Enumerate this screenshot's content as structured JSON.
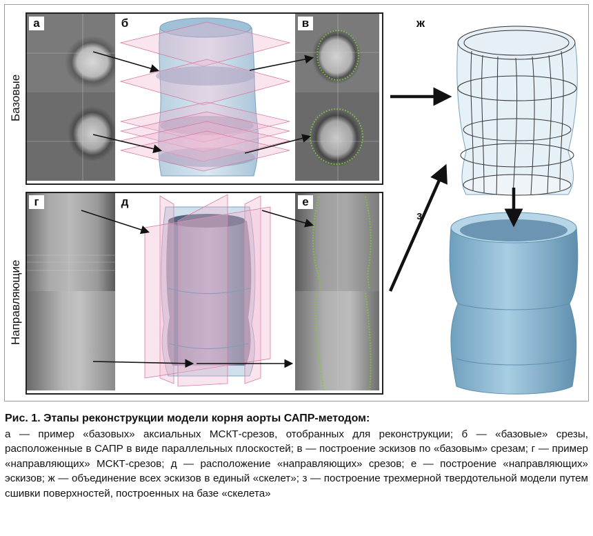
{
  "figure": {
    "panel_labels": {
      "a": "а",
      "b": "б",
      "v": "в",
      "g": "г",
      "d": "д",
      "e": "е",
      "zh": "ж",
      "z": "з"
    },
    "row_labels": {
      "top": "Базовые",
      "bottom": "Направляющие"
    },
    "colors": {
      "contour": "#7ec83a",
      "plane": "#e9a6c4",
      "model": "#8fb8d2",
      "cylinder": "#6f8fb0"
    }
  },
  "caption": {
    "title": "Рис. 1. Этапы реконструкции модели корня аорты САПР-методом:",
    "body": "а — пример «базовых» аксиальных МСКТ-срезов, отобранных для реконструкции; б — «базовые» срезы, расположенные в САПР в виде параллельных плоскостей; в — построение эскизов по «базовым» срезам; г — пример «направляющих» МСКТ-срезов; д — расположение «направляющих» срезов; е — построение «направляющих» эскизов; ж — объединение всех эскизов в единый «скелет»; з — построение трехмерной твердотельной модели путем сшивки поверхностей, построенных на базе «скелета»"
  }
}
